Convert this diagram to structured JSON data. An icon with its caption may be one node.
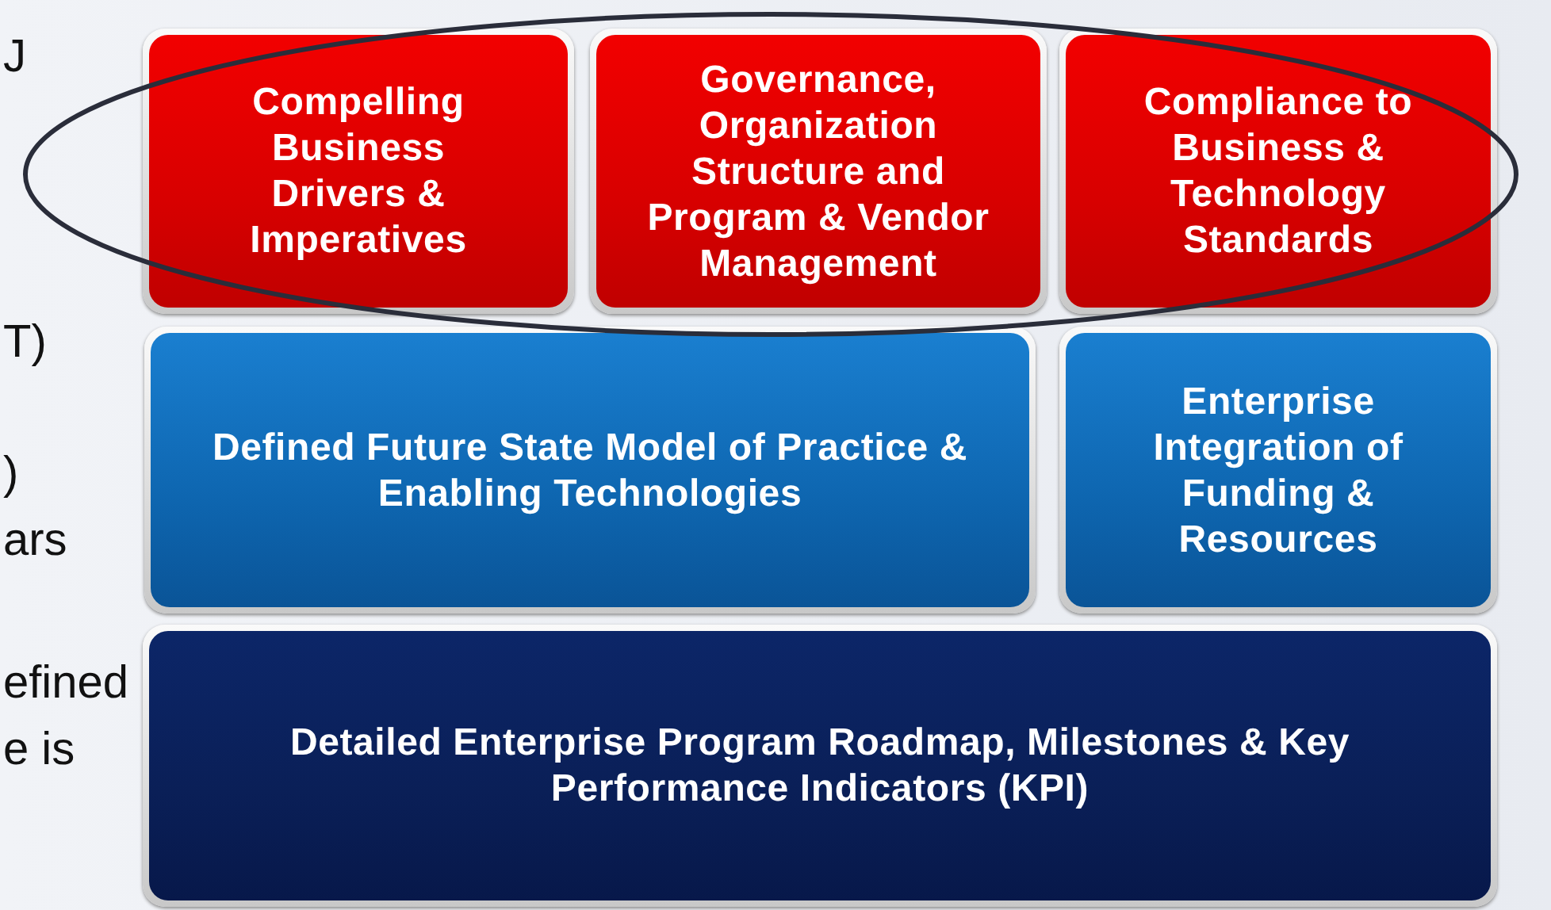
{
  "diagram": {
    "nodes": [
      {
        "text": [
          "Compelling Business Drivers & Imperatives"
        ]
      },
      {
        "text": [
          "Governance, Organization Structure and Program & Vendor Management"
        ]
      },
      {
        "text": [
          "Compliance to Business & Technology Standards"
        ]
      },
      {
        "text": [
          "Defined Future State Model of Practice & Enabling Technologies"
        ]
      },
      {
        "text": [
          "Enterprise Integration of Funding & Resources"
        ]
      },
      {
        "text": [
          "Detailed Enterprise Program Roadmap, Milestones & Key Performance Indicators (KPI)"
        ]
      }
    ],
    "edges": [],
    "labels": [
      "J",
      "T)",
      ")",
      "ars",
      "efined",
      "e is"
    ]
  }
}
